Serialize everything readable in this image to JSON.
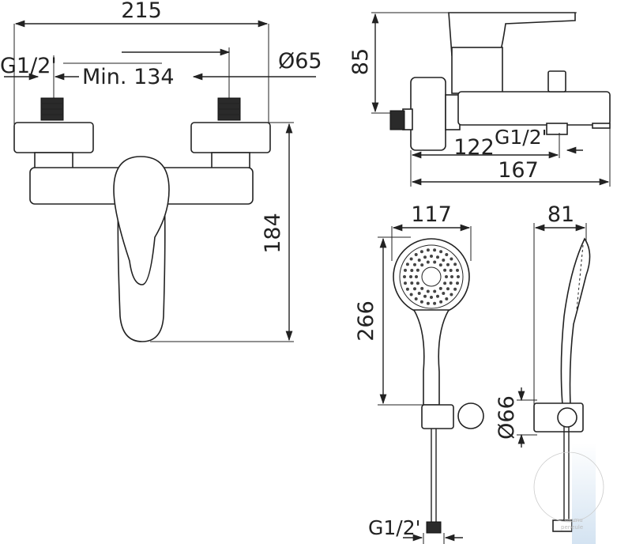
{
  "front_view": {
    "width_label": "215",
    "thread_label": "G1/2'",
    "min_label": "Min. 134",
    "height_label": "184",
    "diameter_label": "Ø65"
  },
  "side_view": {
    "height_label": "85",
    "thread_label": "G1/2'",
    "spout_label": "122",
    "depth_label": "167"
  },
  "hand_shower": {
    "width_label": "117",
    "length_label": "266",
    "profile_label": "81",
    "holder_label": "Ø66",
    "hose_thread_label": "G1/2'"
  },
  "watermark": {
    "line1": "sanmu",
    "line2": "peneule"
  },
  "colors": {
    "ink": "#222222",
    "thread": "#2a2a2a",
    "accent_fade": "#cfe0f0"
  }
}
